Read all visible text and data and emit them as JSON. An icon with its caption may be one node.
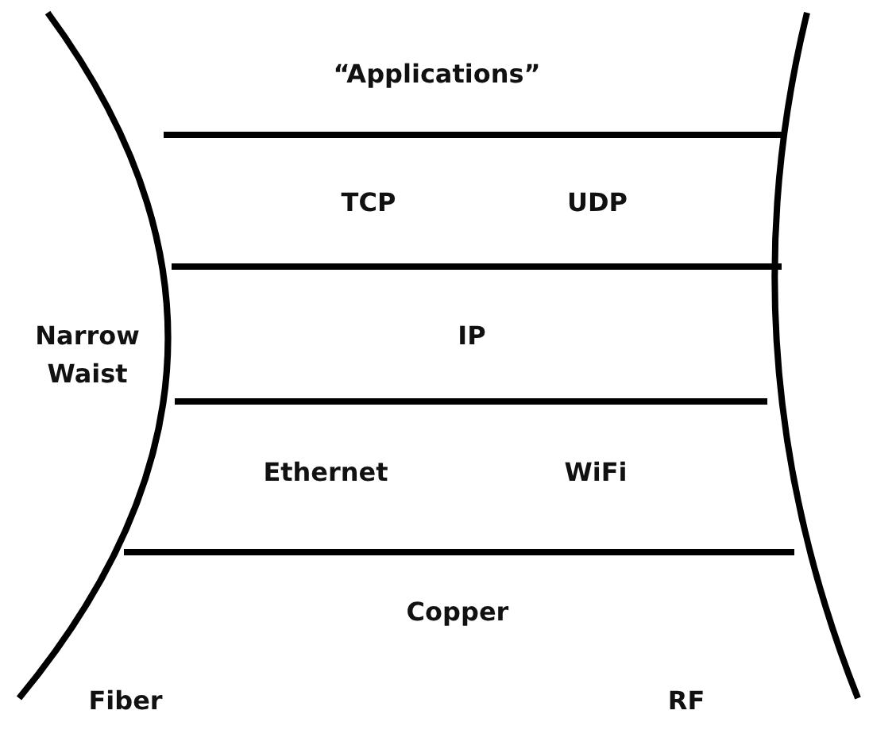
{
  "diagram": {
    "labels": [
      "“Applications”",
      "TCP",
      "UDP",
      "Narrow Waist",
      "IP",
      "Ethernet",
      "WiFi",
      "Copper",
      "Fiber",
      "RF"
    ]
  }
}
